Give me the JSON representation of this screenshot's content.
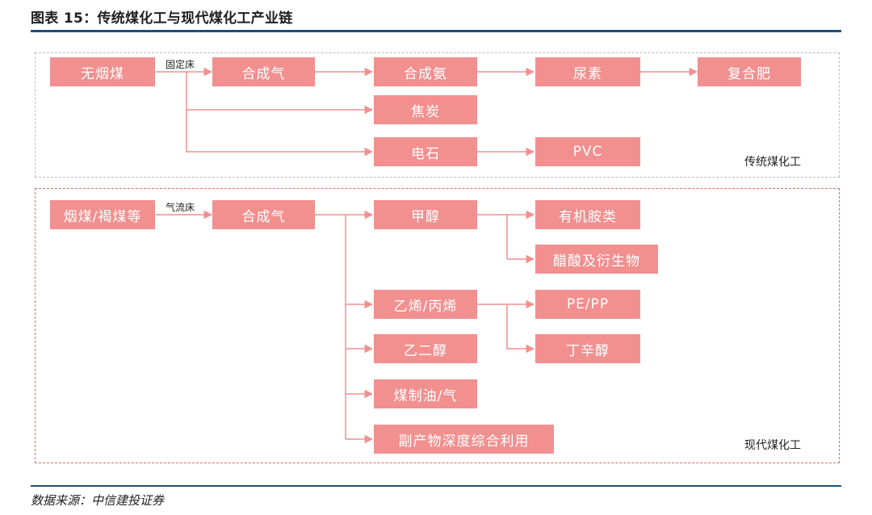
{
  "header": {
    "title": "图表 15：传统煤化工与现代煤化工产业链"
  },
  "footer": {
    "source": "数据来源：中信建投证券"
  },
  "panels": {
    "traditional": {
      "label": "传统煤化工"
    },
    "modern": {
      "label": "现代煤化工"
    }
  },
  "edge_labels": {
    "fixed_bed": "固定床",
    "entrained_flow": "气流床"
  },
  "nodes": {
    "anthracite": "无烟煤",
    "syngas_trad": "合成气",
    "synthetic_ammonia": "合成氨",
    "urea": "尿素",
    "compound_fertilizer": "复合肥",
    "coke": "焦炭",
    "calcium_carbide": "电石",
    "pvc": "PVC",
    "bituminous_lignite": "烟煤/褐煤等",
    "syngas_modern": "合成气",
    "methanol": "甲醇",
    "organic_amines": "有机胺类",
    "acetic_acid": "醋酸及衍生物",
    "ethylene_propylene": "乙烯/丙烯",
    "pe_pp": "PE/PP",
    "ethylene_glycol": "乙二醇",
    "butyl_octanol": "丁辛醇",
    "coal_oil_gas": "煤制油/气",
    "byproduct_utilization": "副产物深度综合利用"
  },
  "colors": {
    "node_fill": "#f28f8f",
    "node_text": "#ffffff",
    "rule": "#1f4e79",
    "modern_border": "#e46a6a",
    "trad_border": "#bdbdbd",
    "arrow": "#f28f8f"
  }
}
